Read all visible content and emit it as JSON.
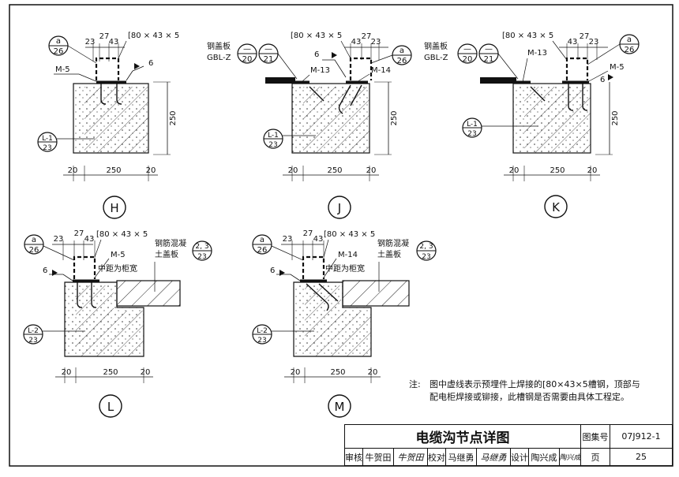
{
  "details": [
    {
      "id": "H",
      "callout_top": {
        "top": "a",
        "bottom": "26"
      },
      "dims_top": [
        "23",
        "27",
        "43"
      ],
      "channel": "[80 × 43 × 5",
      "weld": "6",
      "part_label": "M-5",
      "section_ref": {
        "top": "L-1",
        "bottom": "23"
      },
      "height": "250",
      "widths": [
        "20",
        "250",
        "20"
      ]
    },
    {
      "id": "J",
      "cover_label": "钢盖板",
      "cover_code": "GBL-Z",
      "cover_refs": [
        {
          "top": "—",
          "bottom": "20"
        },
        {
          "top": "—",
          "bottom": "21"
        }
      ],
      "callout_top": {
        "top": "a",
        "bottom": "26"
      },
      "dims_top": [
        "43",
        "27",
        "23"
      ],
      "channel": "[80 × 43 × 5",
      "weld": "6",
      "part_label": "M-13",
      "part_label2": "M-14",
      "section_ref": {
        "top": "L-1",
        "bottom": "23"
      },
      "height": "250",
      "widths": [
        "20",
        "250",
        "20"
      ]
    },
    {
      "id": "K",
      "cover_label": "钢盖板",
      "cover_code": "GBL-Z",
      "cover_refs": [
        {
          "top": "—",
          "bottom": "20"
        },
        {
          "top": "—",
          "bottom": "21"
        }
      ],
      "callout_top": {
        "top": "a",
        "bottom": "26"
      },
      "dims_top": [
        "43",
        "27",
        "23"
      ],
      "channel": "[80 × 43 × 5",
      "weld": "6",
      "part_label": "M-13",
      "part_label2": "M-5",
      "section_ref": {
        "top": "L-1",
        "bottom": "23"
      },
      "height": "250",
      "widths": [
        "20",
        "250",
        "20"
      ]
    },
    {
      "id": "L",
      "callout_top": {
        "top": "a",
        "bottom": "26"
      },
      "dims_top": [
        "23",
        "27",
        "43"
      ],
      "channel": "[80 × 43 × 5",
      "weld": "6",
      "part_label": "M-5",
      "spacing_note": "中距为柜宽",
      "slab_label": [
        "钢筋混凝",
        "土盖板"
      ],
      "slab_ref": {
        "top": "2, 3",
        "bottom": "23"
      },
      "section_ref": {
        "top": "L-2",
        "bottom": "23"
      },
      "widths": [
        "20",
        "250",
        "20"
      ]
    },
    {
      "id": "M",
      "callout_top": {
        "top": "a",
        "bottom": "26"
      },
      "dims_top": [
        "23",
        "27",
        "43"
      ],
      "channel": "[80 × 43 × 5",
      "weld": "6",
      "part_label": "M-14",
      "spacing_note": "中距为柜宽",
      "slab_label": [
        "钢筋混凝",
        "土盖板"
      ],
      "slab_ref": {
        "top": "2, 3",
        "bottom": "23"
      },
      "section_ref": {
        "top": "L-2",
        "bottom": "23"
      },
      "widths": [
        "20",
        "250",
        "20"
      ]
    }
  ],
  "note": {
    "label": "注:",
    "line1": "图中虚线表示预埋件上焊接的[80×43×5槽钢，顶部与",
    "line2": "配电柜焊接或铆接，此槽钢是否需要由具体工程定。"
  },
  "title_block": {
    "title": "电缆沟节点详图",
    "atlas_label": "图集号",
    "atlas_no": "07J912-1",
    "review_label": "审核",
    "review_name": "牛贺田",
    "review_sign": "牛贺田",
    "check_label": "校对",
    "check_name": "马继勇",
    "check_sign": "马继勇",
    "design_label": "设计",
    "design_name": "陶兴成",
    "design_sign": "陶兴成",
    "page_label": "页",
    "page_no": "25"
  }
}
